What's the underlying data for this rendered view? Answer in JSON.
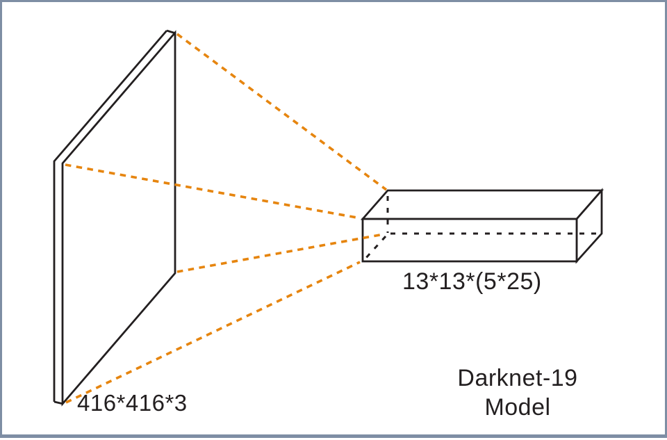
{
  "colors": {
    "accent_orange": "#E6850F",
    "line_black": "#231F20",
    "frame_blue": "#7E8EA4",
    "background": "#FFFFFF"
  },
  "labels": {
    "input_dims": "416*416*3",
    "output_dims": "13*13*(5*25)",
    "model_line1": "Darknet-19",
    "model_line2": "Model"
  }
}
